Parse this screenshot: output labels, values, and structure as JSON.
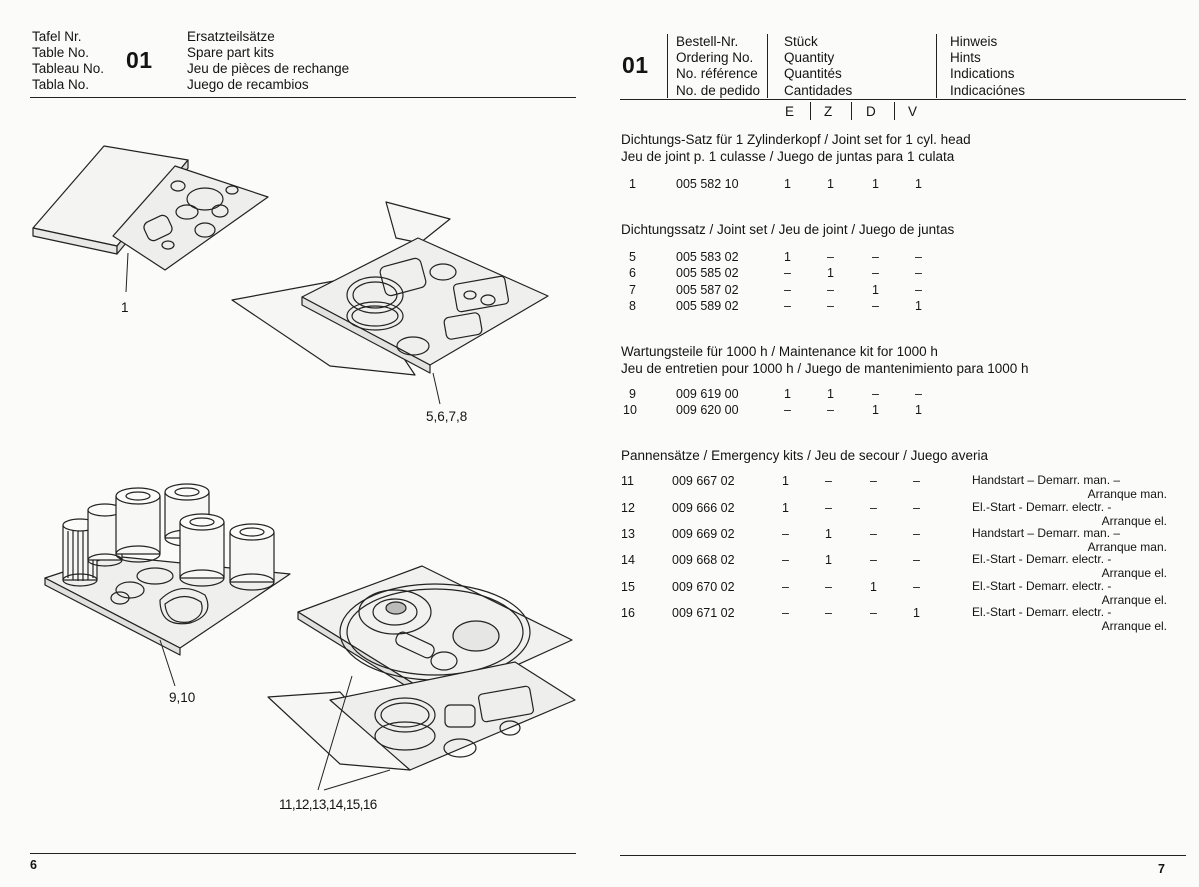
{
  "left_header": {
    "labels": [
      "Tafel Nr.",
      "Table No.",
      "Tableau No.",
      "Tabla No."
    ],
    "number": "01",
    "titles": [
      "Ersatzteilsätze",
      "Spare part kits",
      "Jeu de pièces de rechange",
      "Juego de recambios"
    ]
  },
  "figure_labels": {
    "fig1": "1",
    "fig2": "5,6,7,8",
    "fig3": "9,10",
    "fig4": "11,12,13,14,15,16"
  },
  "left_page_number": "6",
  "right_header": {
    "number": "01",
    "order": [
      "Bestell-Nr.",
      "Ordering No.",
      "No. référence",
      "No. de pedido"
    ],
    "qty": [
      "Stück",
      "Quantity",
      "Quantités",
      "Cantidades"
    ],
    "hints": [
      "Hinweis",
      "Hints",
      "Indications",
      "Indicaciónes"
    ],
    "variants": [
      "E",
      "Z",
      "D",
      "V"
    ]
  },
  "sections": [
    {
      "title_lines": [
        "Dichtungs-Satz für 1 Zylinderkopf / Joint set for 1 cyl. head",
        "Jeu de joint p. 1 culasse / Juego de juntas para 1 culata"
      ],
      "rows": [
        {
          "pos": "1",
          "part": "005 582 10",
          "e": "1",
          "z": "1",
          "d": "1",
          "v": "1",
          "hint": "",
          "hint2": ""
        }
      ]
    },
    {
      "title_lines": [
        "Dichtungssatz / Joint set / Jeu de joint / Juego de juntas"
      ],
      "rows": [
        {
          "pos": "5",
          "part": "005 583 02",
          "e": "1",
          "z": "–",
          "d": "–",
          "v": "–",
          "hint": "",
          "hint2": ""
        },
        {
          "pos": "6",
          "part": "005 585 02",
          "e": "–",
          "z": "1",
          "d": "–",
          "v": "–",
          "hint": "",
          "hint2": ""
        },
        {
          "pos": "7",
          "part": "005 587 02",
          "e": "–",
          "z": "–",
          "d": "1",
          "v": "–",
          "hint": "",
          "hint2": ""
        },
        {
          "pos": "8",
          "part": "005 589 02",
          "e": "–",
          "z": "–",
          "d": "–",
          "v": "1",
          "hint": "",
          "hint2": ""
        }
      ]
    },
    {
      "title_lines": [
        "Wartungsteile für 1000 h / Maintenance kit for 1000 h",
        "Jeu de entretien pour 1000 h / Juego de mantenimiento para 1000 h"
      ],
      "rows": [
        {
          "pos": "9",
          "part": "009 619 00",
          "e": "1",
          "z": "1",
          "d": "–",
          "v": "–",
          "hint": "",
          "hint2": ""
        },
        {
          "pos": "10",
          "part": "009 620 00",
          "e": "–",
          "z": "–",
          "d": "1",
          "v": "1",
          "hint": "",
          "hint2": ""
        }
      ]
    },
    {
      "title_lines": [
        "Pannensätze / Emergency kits / Jeu de secour / Juego averia"
      ],
      "rows": [
        {
          "pos": "11",
          "part": "009 667 02",
          "e": "1",
          "z": "–",
          "d": "–",
          "v": "–",
          "hint": "Handstart – Demarr. man. –",
          "hint2": "Arranque man."
        },
        {
          "pos": "12",
          "part": "009 666 02",
          "e": "1",
          "z": "–",
          "d": "–",
          "v": "–",
          "hint": "El.-Start - Demarr. electr. -",
          "hint2": "Arranque el."
        },
        {
          "pos": "13",
          "part": "009 669 02",
          "e": "–",
          "z": "1",
          "d": "–",
          "v": "–",
          "hint": "Handstart – Demarr. man. –",
          "hint2": "Arranque man."
        },
        {
          "pos": "14",
          "part": "009 668 02",
          "e": "–",
          "z": "1",
          "d": "–",
          "v": "–",
          "hint": "El.-Start - Demarr. electr. -",
          "hint2": "Arranque el."
        },
        {
          "pos": "15",
          "part": "009 670 02",
          "e": "–",
          "z": "–",
          "d": "1",
          "v": "–",
          "hint": "El.-Start - Demarr. electr. -",
          "hint2": "Arranque el."
        },
        {
          "pos": "16",
          "part": "009 671 02",
          "e": "–",
          "z": "–",
          "d": "–",
          "v": "1",
          "hint": "El.-Start - Demarr. electr. -",
          "hint2": "Arranque el."
        }
      ]
    }
  ],
  "right_page_number": "7"
}
